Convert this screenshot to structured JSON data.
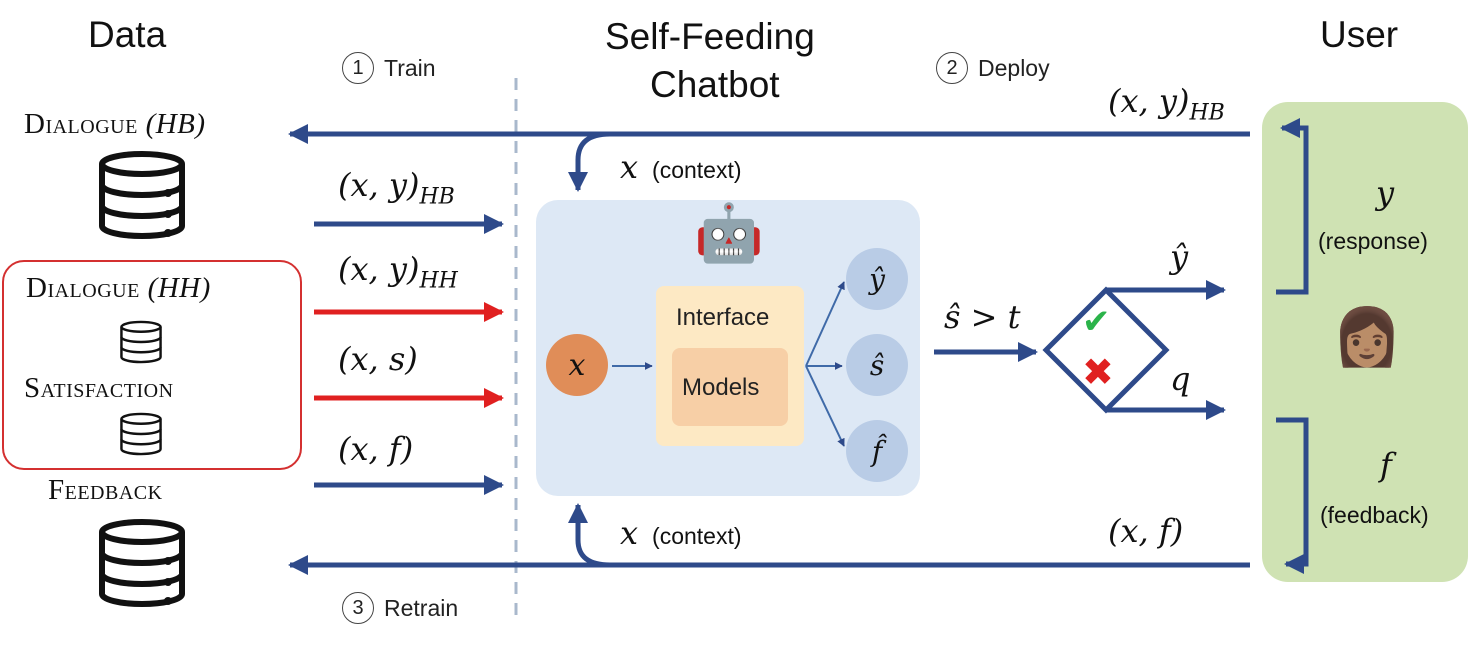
{
  "headers": {
    "data": "Data",
    "chatbot_line1": "Self-Feeding",
    "chatbot_line2": "Chatbot",
    "user": "User"
  },
  "steps": [
    {
      "num": "1",
      "label": "Train"
    },
    {
      "num": "2",
      "label": "Deploy"
    },
    {
      "num": "3",
      "label": "Retrain"
    }
  ],
  "datasets": {
    "dialogue_hb": {
      "name": "Dialogue",
      "tag": "(HB)"
    },
    "dialogue_hh": {
      "name": "Dialogue",
      "tag": "(HH)"
    },
    "satisfaction": {
      "name": "Satisfaction"
    },
    "feedback": {
      "name": "Feedback"
    }
  },
  "train_inputs": [
    {
      "label": "(x, y)",
      "sub": "HB",
      "color": "#2e4a8a"
    },
    {
      "label": "(x, y)",
      "sub": "HH",
      "color": "#e02020"
    },
    {
      "label": "(x, s)",
      "sub": "",
      "color": "#e02020"
    },
    {
      "label": "(x, f)",
      "sub": "",
      "color": "#2e4a8a"
    }
  ],
  "context": {
    "var": "x",
    "text": "(context)"
  },
  "model": {
    "input": "x",
    "interface": "Interface",
    "models": "Models",
    "outputs": [
      "ŷ",
      "ŝ",
      "f̂"
    ],
    "robot_emoji": "🤖"
  },
  "decision": {
    "condition": "ŝ > t",
    "yes_output": "ŷ",
    "no_output": "q",
    "check": "✔",
    "cross": "✖"
  },
  "user_side": {
    "top_label": "(x, y)",
    "top_sub": "HB",
    "response_var": "y",
    "response_text": "(response)",
    "feedback_var": "f",
    "feedback_text": "(feedback)",
    "bottom_label": "(x, f)",
    "person_emoji": "👩🏽"
  },
  "colors": {
    "arrow_blue": "#2e4a8a",
    "arrow_red": "#e02020",
    "user_bg": "#cfe2b3",
    "bot_bg": "#dde8f5"
  }
}
